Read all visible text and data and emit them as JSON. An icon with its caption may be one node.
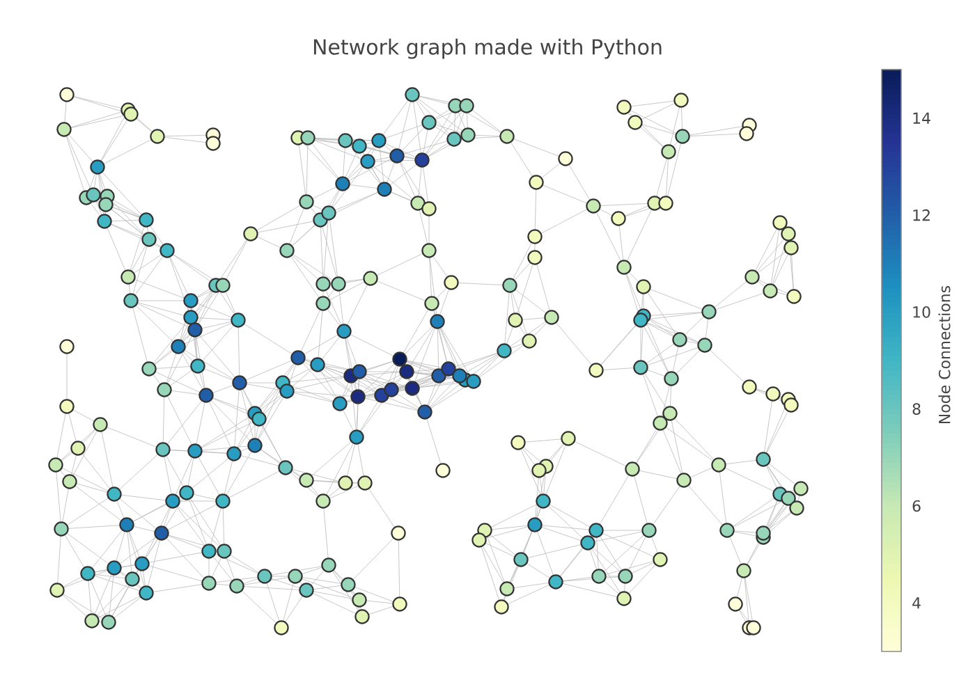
{
  "diagram": {
    "title": "Network graph made with Python",
    "labels": [
      "14",
      "12",
      "10",
      "8",
      "6",
      "4",
      "Node Connections"
    ]
  }
}
